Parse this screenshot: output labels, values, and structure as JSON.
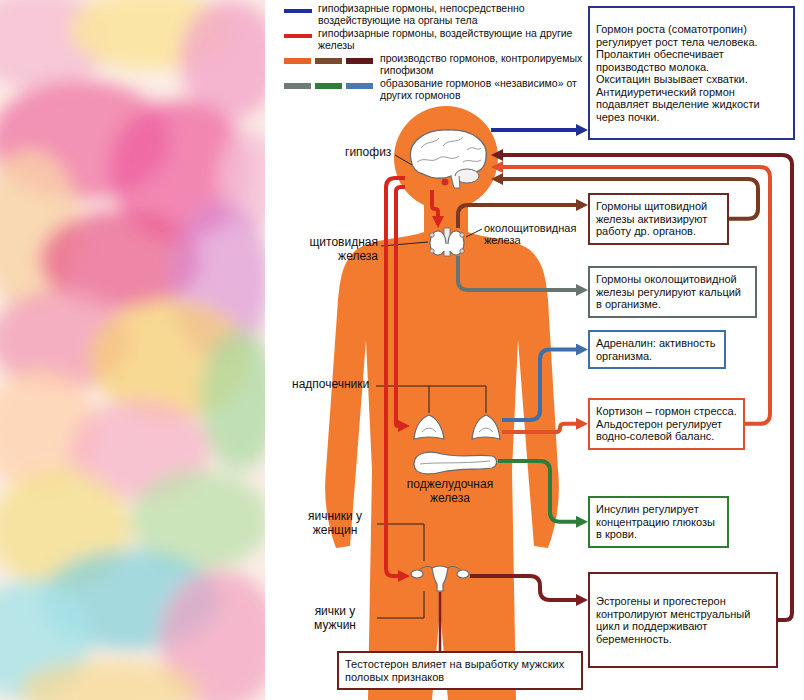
{
  "diagram": {
    "nodes": [
      {
        "text": [
          "гипофиз"
        ]
      },
      {
        "text": [
          "Гормон роста (соматотропин) регулирует рост тела человека.",
          "Пролактин обеспечивает производство молока.",
          "Окситацин вызывает схватки.",
          "Антидиуретический гормон подавляет выделение жидкости через почки."
        ]
      },
      {
        "text": [
          "щитовидная железа",
          "околощитовидная железа"
        ]
      },
      {
        "text": [
          "Гормоны щитовидной железы активизируют работу др. органов."
        ]
      },
      {
        "text": [
          "Гормоны околощитовидной железы регулируют кальций в организме."
        ]
      },
      {
        "text": [
          "Адреналин: активность организма."
        ]
      },
      {
        "text": [
          "надпочечники"
        ]
      },
      {
        "text": [
          "Кортизон – гормон стресса. Альдостерон регулирует водно-солевой баланс."
        ]
      },
      {
        "text": [
          "поджелудочная железа"
        ]
      },
      {
        "text": [
          "Инсулин регулирует концентрацию глюкозы в крови."
        ]
      },
      {
        "text": [
          "яичники у женщин",
          "яички у мужчин"
        ]
      },
      {
        "text": [
          "Эстрогены и прогестерон контролируют менструальный цикл и поддерживают беременность."
        ]
      },
      {
        "text": [
          "Тестостерон влияет на выработку мужских половых признаков"
        ]
      }
    ],
    "edges": [
      {
        "from": 0,
        "to": 1,
        "arrow": "to"
      },
      {
        "from": 0,
        "to": 2,
        "arrow": "to"
      },
      {
        "from": 0,
        "to": 6,
        "arrow": "to"
      },
      {
        "from": 0,
        "to": 10,
        "arrow": "to"
      },
      {
        "from": 2,
        "to": 3,
        "arrow": "to"
      },
      {
        "from": 2,
        "to": 4,
        "arrow": "to"
      },
      {
        "from": 6,
        "to": 5,
        "arrow": "to"
      },
      {
        "from": 6,
        "to": 7,
        "arrow": "to"
      },
      {
        "from": 8,
        "to": 9,
        "arrow": "to"
      },
      {
        "from": 10,
        "to": 11,
        "arrow": "to"
      },
      {
        "from": 10,
        "to": 12,
        "arrow": "none"
      },
      {
        "from": 3,
        "to": 0,
        "arrow": "to"
      },
      {
        "from": 7,
        "to": 0,
        "arrow": "to"
      },
      {
        "from": 11,
        "to": 0,
        "arrow": "to"
      }
    ],
    "legend": [
      {
        "text": "гипофизарные гормоны, непосредственно воздействующие на органы тела"
      },
      {
        "text": "гипофизарные гормоны, воздействующие на другие железы"
      },
      {
        "text": "производство гормонов, контролируемых гипофизом"
      },
      {
        "text": "образование гормонов «независимо» от других гормонов"
      }
    ]
  }
}
